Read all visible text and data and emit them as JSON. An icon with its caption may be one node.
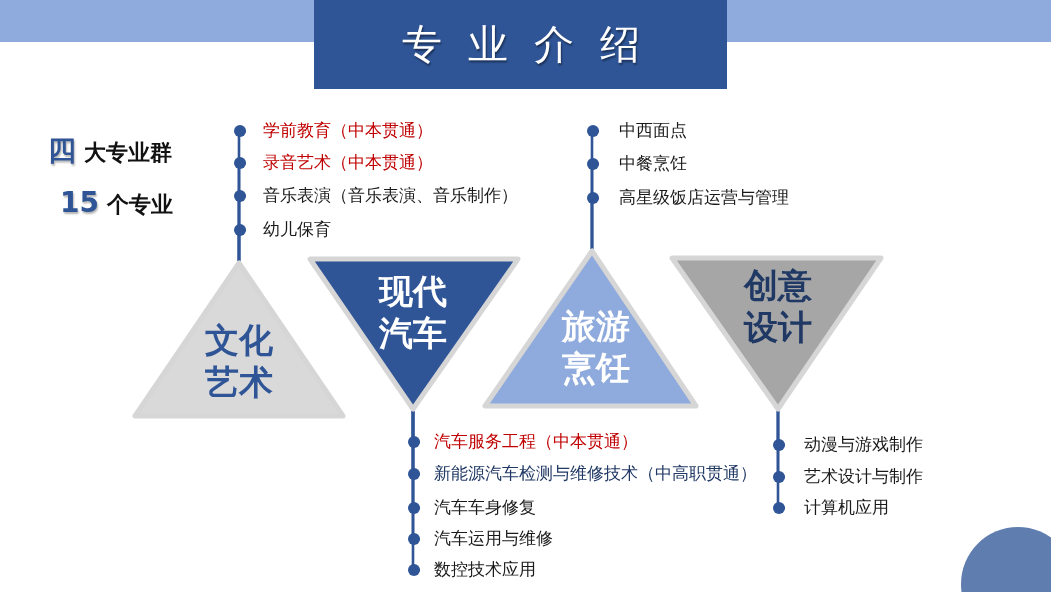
{
  "diagram": {
    "title": "专业介绍",
    "nodes": [
      {
        "text": [
          "学前教育（中本贯通）"
        ]
      },
      {
        "text": [
          "录音艺术（中本贯通）"
        ]
      },
      {
        "text": [
          "音乐表演（音乐表演、音乐制作）"
        ]
      },
      {
        "text": [
          "幼儿保育"
        ]
      },
      {
        "text": [
          "中西面点"
        ]
      },
      {
        "text": [
          "中餐烹饪"
        ]
      },
      {
        "text": [
          "高星级饭店运营与管理"
        ]
      },
      {
        "text": [
          "文化艺术"
        ]
      },
      {
        "text": [
          "现代汽车"
        ]
      },
      {
        "text": [
          "旅游烹饪"
        ]
      },
      {
        "text": [
          "创意设计"
        ]
      },
      {
        "text": [
          "汽车服务工程（中本贯通）"
        ]
      },
      {
        "text": [
          "新能源汽车检测与维修技术（中高职贯通）"
        ]
      },
      {
        "text": [
          "汽车车身修复"
        ]
      },
      {
        "text": [
          "汽车运用与维修"
        ]
      },
      {
        "text": [
          "数控技术应用"
        ]
      },
      {
        "text": [
          "动漫与游戏制作"
        ]
      },
      {
        "text": [
          "艺术设计与制作"
        ]
      },
      {
        "text": [
          "计算机应用"
        ]
      }
    ],
    "edges": [
      {
        "from": 7,
        "to": 0,
        "arrow": "other"
      },
      {
        "from": 7,
        "to": 1,
        "arrow": "other"
      },
      {
        "from": 7,
        "to": 2,
        "arrow": "other"
      },
      {
        "from": 7,
        "to": 3,
        "arrow": "other"
      },
      {
        "from": 9,
        "to": 4,
        "arrow": "other"
      },
      {
        "from": 9,
        "to": 5,
        "arrow": "other"
      },
      {
        "from": 9,
        "to": 6,
        "arrow": "other"
      },
      {
        "from": 8,
        "to": 11,
        "arrow": "other"
      },
      {
        "from": 8,
        "to": 12,
        "arrow": "other"
      },
      {
        "from": 8,
        "to": 13,
        "arrow": "other"
      },
      {
        "from": 8,
        "to": 14,
        "arrow": "other"
      },
      {
        "from": 8,
        "to": 15,
        "arrow": "other"
      },
      {
        "from": 10,
        "to": 16,
        "arrow": "other"
      },
      {
        "from": 10,
        "to": 17,
        "arrow": "other"
      },
      {
        "from": 10,
        "to": 18,
        "arrow": "other"
      }
    ],
    "labels": [
      "四 大专业群",
      "15 个专业"
    ]
  }
}
